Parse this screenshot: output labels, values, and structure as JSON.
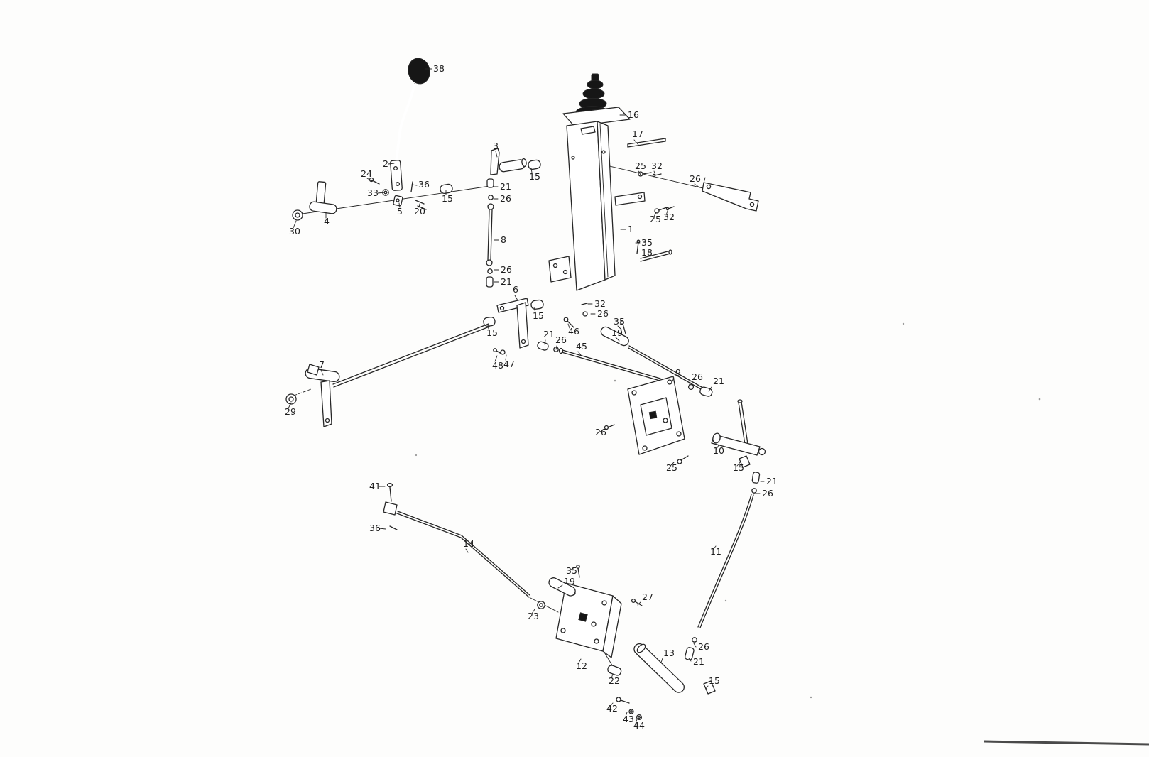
{
  "page": {
    "paper_color": "#fdfdfc",
    "ink_color": "#262626"
  },
  "diagram": {
    "kind": "exploded-parts-diagram",
    "subject": "gear-shift-linkage",
    "labels": {
      "p1": "1",
      "p2": "2",
      "p3": "3",
      "p4": "4",
      "p5": "5",
      "p6": "6",
      "p7": "7",
      "p8": "8",
      "p9": "9",
      "p10": "10",
      "p11": "11",
      "p12": "12",
      "p13": "13",
      "p14": "14",
      "p15": "15",
      "p16": "16",
      "p17": "17",
      "p18": "18",
      "p19": "19",
      "p20": "20",
      "p21": "21",
      "p22": "22",
      "p23": "23",
      "p24": "24",
      "p25": "25",
      "p26": "26",
      "p27": "27",
      "p29": "29",
      "p30": "30",
      "p32": "32",
      "p33": "33",
      "p35": "35",
      "p36": "36",
      "p38": "38",
      "p41": "41",
      "p42": "42",
      "p43": "43",
      "p44": "44",
      "p45": "45",
      "p46": "46",
      "p47": "47",
      "p48": "48"
    }
  }
}
